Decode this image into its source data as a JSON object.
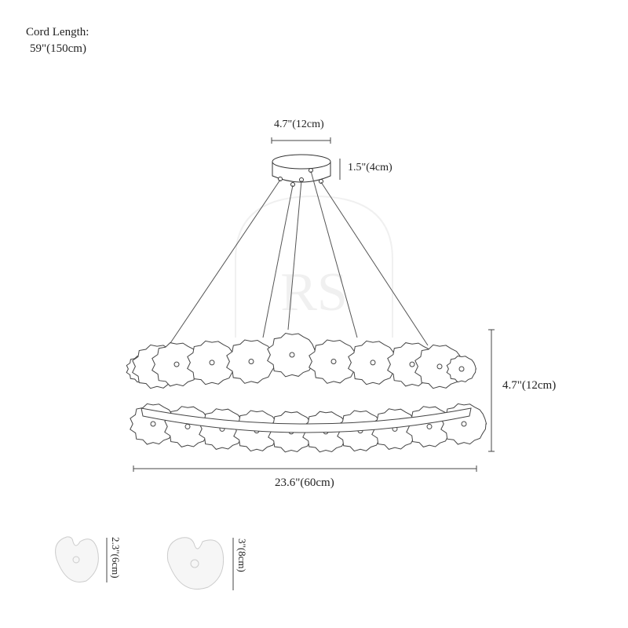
{
  "cord": {
    "label": "Cord Length:",
    "value": "59\"(150cm)"
  },
  "canopy": {
    "width": "4.7\"(12cm)",
    "height": "1.5\"(4cm)"
  },
  "fixture": {
    "height": "4.7\"(12cm)",
    "width": "23.6\"(60cm)"
  },
  "leaves": [
    {
      "size": "2.3\"(6cm)"
    },
    {
      "size": "3\"(8cm)"
    }
  ],
  "watermark": "RS"
}
